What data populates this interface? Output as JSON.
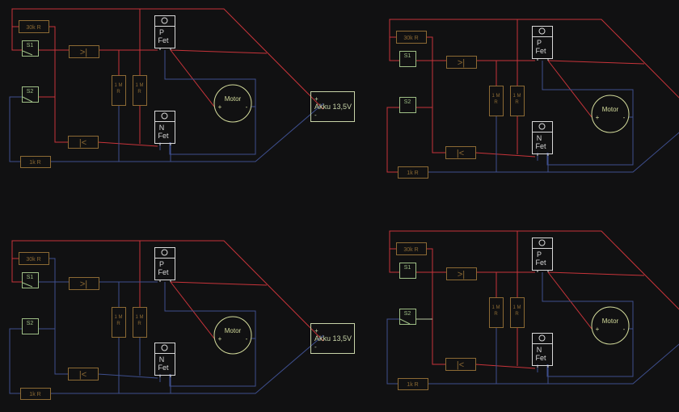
{
  "labels": {
    "r30k": "30k R",
    "s1": "S1",
    "s2": "S2",
    "diode_fwd": ">|",
    "diode_rev": "|<",
    "r1m_a_top": "1 M",
    "r1m_a_bot": "R",
    "r1m_b_top": "1 M",
    "r1m_b_bot": "R",
    "r1k": "1k R",
    "pfet_type": "P",
    "nfet_type": "N",
    "fet": "Fet",
    "motor": "Motor",
    "plus": "+",
    "minus": "-",
    "akku": "Akku 13,5V"
  },
  "colors": {
    "background": "#111112",
    "red": "#c8343a",
    "blue": "#3e4f8e",
    "resistor": "#8c6a34",
    "switch": "#9fbf86",
    "fet": "#d8d8d8",
    "motor": "#d4dc9c",
    "akku": "#c8d4a8",
    "light": "#b8c8a0"
  },
  "panels": [
    {
      "id": "top-left",
      "s1_toggled": true,
      "s2_toggled": true,
      "show_akku": true,
      "nets": {
        "gate": "red",
        "bias": "red",
        "s2": "red",
        "s2left": "blue",
        "s1left": "red",
        "r1m_b": "red",
        "r1m_b_bot": "red"
      }
    },
    {
      "id": "top-right",
      "s1_toggled": false,
      "s2_toggled": false,
      "show_akku": false,
      "nets": {
        "gate": "red",
        "bias": "red",
        "s2": "red",
        "s2left": "red",
        "s1left": "red",
        "r1m_b": "red",
        "r1m_b_bot": "red"
      }
    },
    {
      "id": "bottom-left",
      "s1_toggled": true,
      "s2_toggled": false,
      "show_akku": true,
      "nets": {
        "gate": "blue",
        "bias": "blue",
        "s2": "blue",
        "s2left": "blue",
        "s1left": "red",
        "r1m_b": "red",
        "r1m_b_bot": "blue"
      }
    },
    {
      "id": "bottom-right",
      "s1_toggled": false,
      "s2_toggled": true,
      "show_akku": false,
      "nets": {
        "gate": "red",
        "bias": "red",
        "s2": "light",
        "s2left": "blue",
        "s1left": "red",
        "r1m_b": "red",
        "r1m_b_bot": "red"
      }
    }
  ]
}
